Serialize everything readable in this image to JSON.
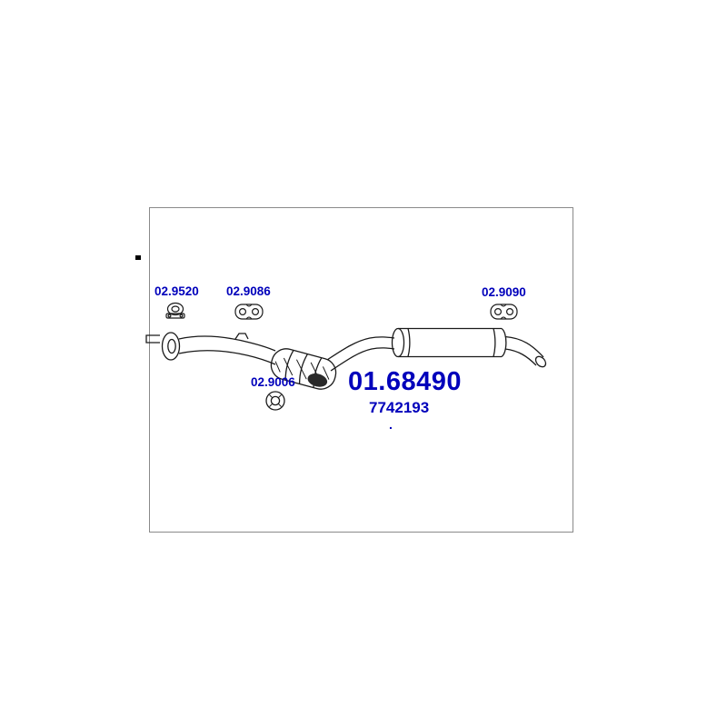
{
  "diagram": {
    "kind": "exhaust-system-parts-diagram",
    "labels": {
      "clamp_code": "02.9520",
      "front_hanger_code": "02.9086",
      "rear_hanger_code": "02.9090",
      "rubber_ring_code": "02.9006",
      "main_part_code": "01.68490",
      "oe_reference": "7742193",
      "dot": "."
    },
    "colors": {
      "label_blue": "#0000bb",
      "line_black": "#1a1a1a",
      "frame_border": "#8a8a8a",
      "background": "#ffffff"
    }
  }
}
